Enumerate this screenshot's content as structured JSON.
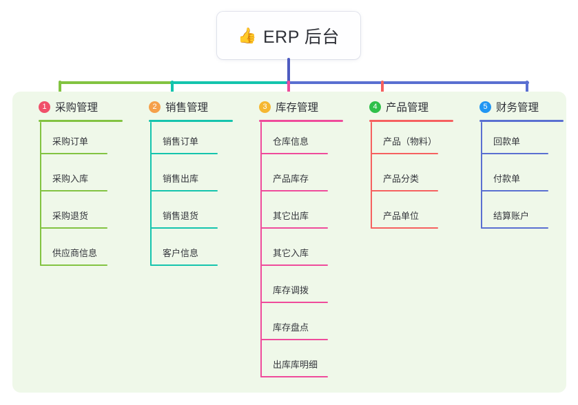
{
  "root": {
    "icon": "thumbs-up-icon",
    "icon_glyph": "👍",
    "title": "ERP 后台"
  },
  "palette": {
    "green": "#82c341",
    "teal": "#14c4ad",
    "magenta": "#ef4b9b",
    "salmon": "#f6605f",
    "blue": "#5a6fd1",
    "indigo": "#4e5bc0",
    "panel_bg": "#eff8e9",
    "badge_1": "#f0506a",
    "badge_2": "#f5a04a",
    "badge_3": "#f5b731",
    "badge_4": "#2fc04a",
    "badge_5": "#2196f3"
  },
  "columns": [
    {
      "badge": "1",
      "badge_color": "#f0506a",
      "title": "采购管理",
      "line_color": "#82c341",
      "items": [
        "采购订单",
        "采购入库",
        "采购退货",
        "供应商信息"
      ]
    },
    {
      "badge": "2",
      "badge_color": "#f5a04a",
      "title": "销售管理",
      "line_color": "#14c4ad",
      "items": [
        "销售订单",
        "销售出库",
        "销售退货",
        "客户信息"
      ]
    },
    {
      "badge": "3",
      "badge_color": "#f5b731",
      "title": "库存管理",
      "line_color": "#ef4b9b",
      "items": [
        "仓库信息",
        "产品库存",
        "其它出库",
        "其它入库",
        "库存调拨",
        "库存盘点",
        "出库库明细"
      ]
    },
    {
      "badge": "4",
      "badge_color": "#2fc04a",
      "title": "产品管理",
      "line_color": "#f6605f",
      "items": [
        "产品（物料）",
        "产品分类",
        "产品单位"
      ]
    },
    {
      "badge": "5",
      "badge_color": "#2196f3",
      "title": "财务管理",
      "line_color": "#5a6fd1",
      "items": [
        "回款单",
        "付款单",
        "结算账户"
      ]
    }
  ]
}
